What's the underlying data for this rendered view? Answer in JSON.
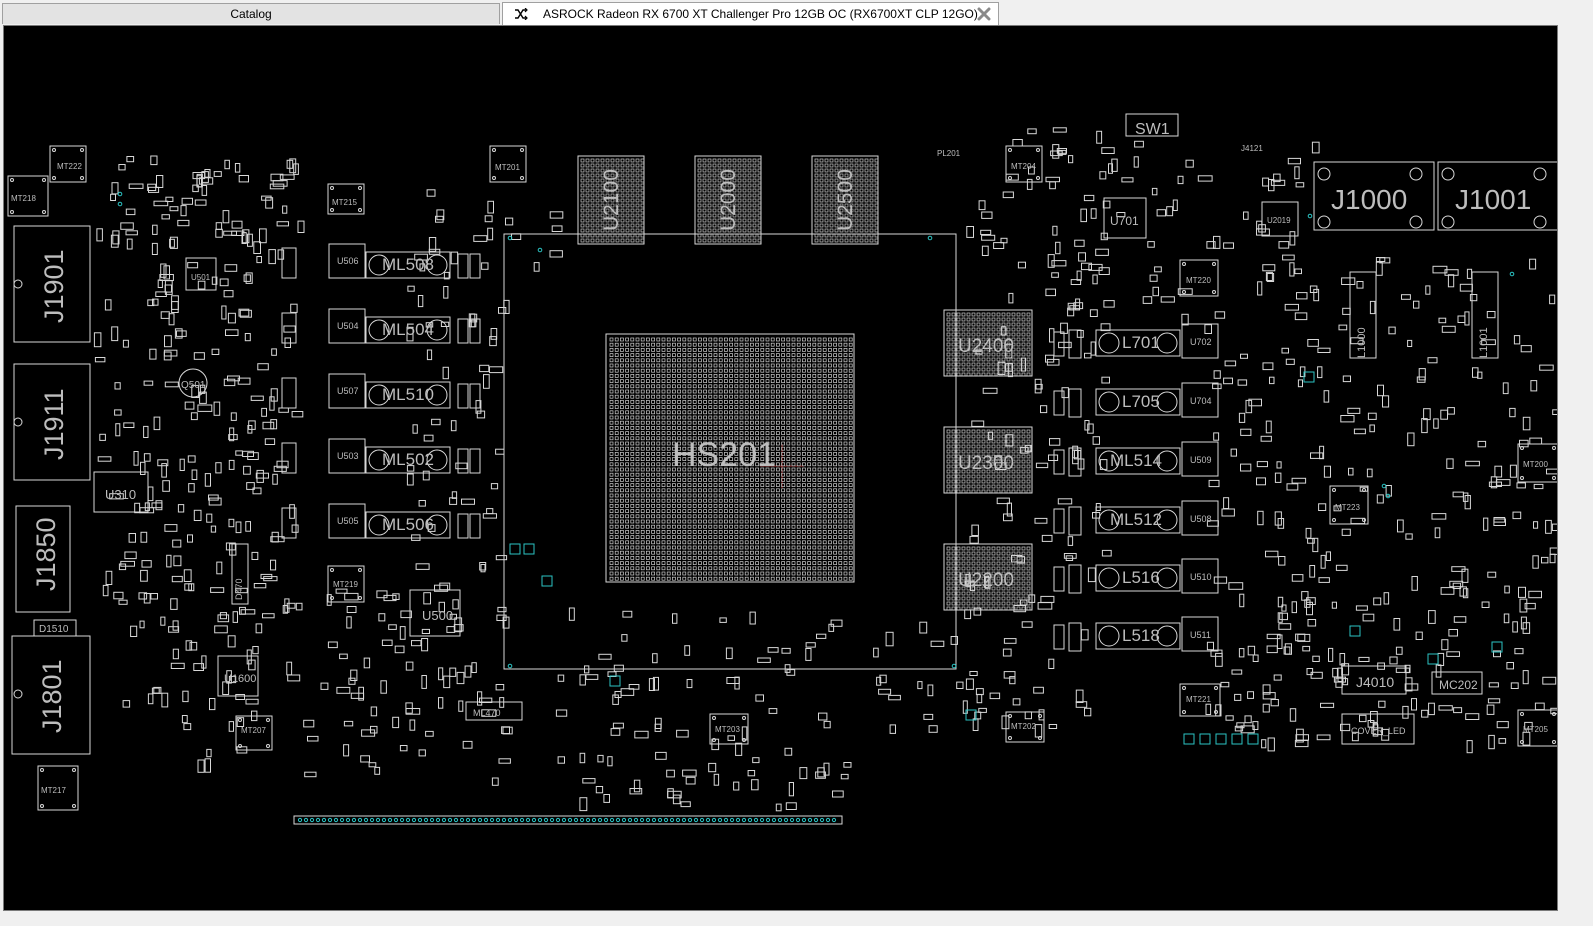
{
  "tabs": {
    "catalog": {
      "label": "Catalog"
    },
    "board": {
      "label": "ASROCK Radeon RX 6700 XT Challenger Pro 12GB OC (RX6700XT CLP 12GO)",
      "icon": "shuffle-icon",
      "close_icon": "close-icon"
    }
  },
  "colors": {
    "background": "#000000",
    "outline": "#d8d8d8",
    "label": "#bdbdbd",
    "pin_accent": "#2bc3c3",
    "marker": "#cc3333"
  },
  "board": {
    "labels_large": [
      {
        "id": "gpu",
        "text": "HS201"
      },
      {
        "id": "mem_top_1",
        "text": "U2100"
      },
      {
        "id": "mem_top_2",
        "text": "U2000"
      },
      {
        "id": "mem_top_3",
        "text": "U2500"
      },
      {
        "id": "mem_r1",
        "text": "U2400"
      },
      {
        "id": "mem_r2",
        "text": "U2300"
      },
      {
        "id": "mem_r3",
        "text": "U2200"
      },
      {
        "id": "j1901",
        "text": "J1901"
      },
      {
        "id": "j1911",
        "text": "J1911"
      },
      {
        "id": "j1850",
        "text": "J1850"
      },
      {
        "id": "j1801",
        "text": "J1801"
      },
      {
        "id": "j1000",
        "text": "J1000"
      },
      {
        "id": "j1001",
        "text": "J1001"
      }
    ],
    "labels_medium": [
      {
        "id": "ml508",
        "text": "ML508"
      },
      {
        "id": "ml504",
        "text": "ML504"
      },
      {
        "id": "ml510",
        "text": "ML510"
      },
      {
        "id": "ml502",
        "text": "ML502"
      },
      {
        "id": "ml506",
        "text": "ML506"
      },
      {
        "id": "l701",
        "text": "L701"
      },
      {
        "id": "l705",
        "text": "L705"
      },
      {
        "id": "ml514",
        "text": "ML514"
      },
      {
        "id": "ml512",
        "text": "ML512"
      },
      {
        "id": "l516",
        "text": "L516"
      },
      {
        "id": "l518",
        "text": "L518"
      },
      {
        "id": "u310",
        "text": "U310"
      },
      {
        "id": "u500",
        "text": "U500"
      },
      {
        "id": "u701",
        "text": "U701"
      },
      {
        "id": "u1600",
        "text": "U1600"
      },
      {
        "id": "sw1",
        "text": "SW1"
      },
      {
        "id": "j4010",
        "text": "J4010"
      },
      {
        "id": "mc202",
        "text": "MC202"
      }
    ],
    "labels_small": [
      {
        "id": "mt222",
        "text": "MT222"
      },
      {
        "id": "mt218",
        "text": "MT218"
      },
      {
        "id": "mt201",
        "text": "MT201"
      },
      {
        "id": "mt215",
        "text": "MT215"
      },
      {
        "id": "mt204",
        "text": "MT204"
      },
      {
        "id": "mt220",
        "text": "MT220"
      },
      {
        "id": "mt219",
        "text": "MT219"
      },
      {
        "id": "mt207",
        "text": "MT207"
      },
      {
        "id": "mt217",
        "text": "MT217"
      },
      {
        "id": "mt203",
        "text": "MT203"
      },
      {
        "id": "mt202",
        "text": "MT202"
      },
      {
        "id": "mt221",
        "text": "MT221"
      },
      {
        "id": "mt223",
        "text": "MT223"
      },
      {
        "id": "mt200",
        "text": "MT200"
      },
      {
        "id": "mt205",
        "text": "MT205"
      },
      {
        "id": "u501",
        "text": "U501"
      },
      {
        "id": "u506",
        "text": "U506"
      },
      {
        "id": "u504",
        "text": "U504"
      },
      {
        "id": "u507",
        "text": "U507"
      },
      {
        "id": "u503",
        "text": "U503"
      },
      {
        "id": "u505",
        "text": "U505"
      },
      {
        "id": "u702",
        "text": "U702"
      },
      {
        "id": "u704",
        "text": "U704"
      },
      {
        "id": "u509",
        "text": "U509"
      },
      {
        "id": "u508",
        "text": "U508"
      },
      {
        "id": "u510",
        "text": "U510"
      },
      {
        "id": "u511",
        "text": "U511"
      },
      {
        "id": "u2019",
        "text": "U2019"
      },
      {
        "id": "q501",
        "text": "Q501"
      },
      {
        "id": "d1510",
        "text": "D1510"
      },
      {
        "id": "j4121",
        "text": "J4121"
      },
      {
        "id": "l1000",
        "text": "L1000"
      },
      {
        "id": "l1001",
        "text": "L1001"
      },
      {
        "id": "cover_led",
        "text": "COVER_LED"
      },
      {
        "id": "ml470",
        "text": "ML470"
      },
      {
        "id": "d470",
        "text": "D470"
      },
      {
        "id": "pl201",
        "text": "PL201"
      }
    ]
  }
}
